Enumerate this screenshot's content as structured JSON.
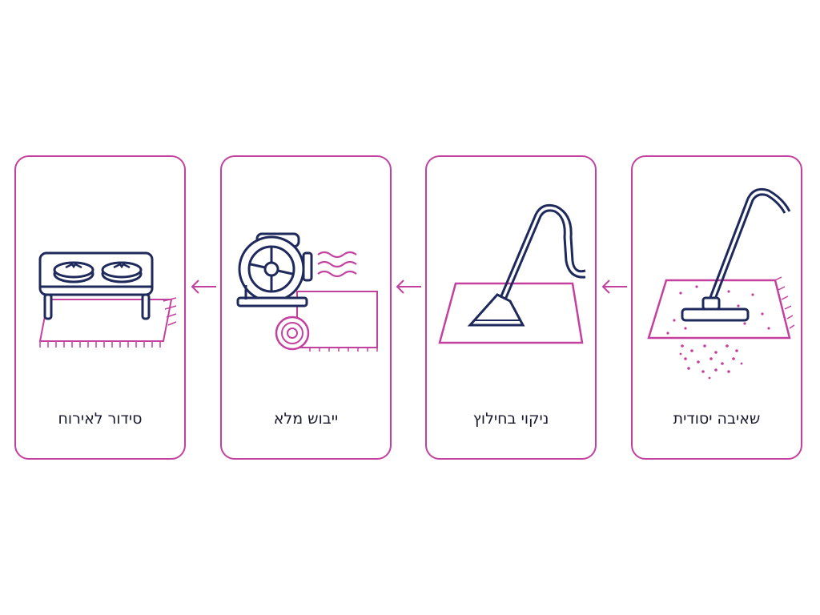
{
  "steps": [
    {
      "id": "vacuum",
      "label": "שאיבה יסודית",
      "icon": "vacuum-icon"
    },
    {
      "id": "extraction",
      "label": "ניקוי בחילוץ",
      "icon": "extraction-wand-icon"
    },
    {
      "id": "drying",
      "label": "ייבוש מלא",
      "icon": "drying-fan-icon"
    },
    {
      "id": "placement",
      "label": "סידור לאירוח",
      "icon": "table-on-rug-icon"
    }
  ],
  "colors": {
    "accent": "#c4409f",
    "line": "#1f2a5c",
    "text": "#1a1a2e"
  },
  "flow_direction": "right-to-left"
}
